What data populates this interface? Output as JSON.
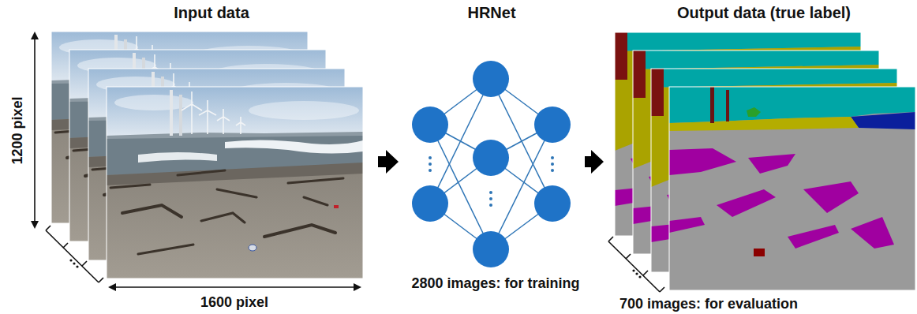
{
  "diagram": {
    "nodes": [
      {
        "text": [
          "Input data"
        ]
      },
      {
        "text": [
          "HRNet"
        ]
      },
      {
        "text": [
          "Output data (true label)"
        ]
      }
    ],
    "edges": [
      {
        "from": 0,
        "to": 1,
        "arrow": "to"
      },
      {
        "from": 1,
        "to": 2,
        "arrow": "to"
      }
    ],
    "labels": [
      "1200 pixel",
      "1600 pixel",
      "2800 images: for training",
      "700 images: for evaluation"
    ]
  }
}
